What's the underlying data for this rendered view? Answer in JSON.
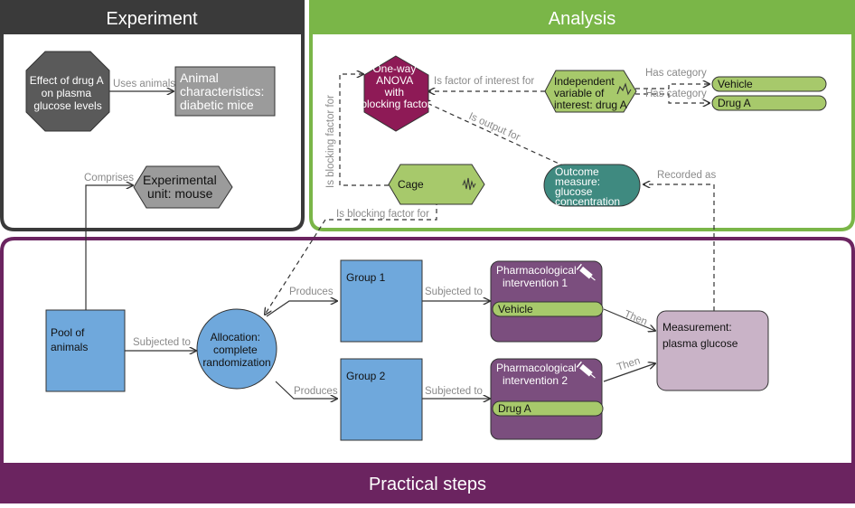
{
  "panels": {
    "experiment": "Experiment",
    "analysis": "Analysis",
    "practical": "Practical steps"
  },
  "nodes": {
    "effect": [
      "Effect of drug A",
      "on plasma",
      "glucose levels"
    ],
    "animal_chars": [
      "Animal",
      "characteristics:",
      "diabetic mice"
    ],
    "exp_unit": [
      "Experimental",
      "unit: mouse"
    ],
    "anova": [
      "One-way",
      "ANOVA",
      "with",
      "blocking factor"
    ],
    "independent": [
      "Independent",
      "variable of",
      "interest: drug A"
    ],
    "vehicle_cat": "Vehicle",
    "druga_cat": "Drug A",
    "cage": "Cage",
    "outcome": [
      "Outcome",
      "measure:",
      "glucose",
      "concentration"
    ],
    "pool": [
      "Pool of",
      "animals"
    ],
    "allocation": [
      "Allocation:",
      "complete",
      "randomization"
    ],
    "group1": "Group 1",
    "group2": "Group 2",
    "pharm1": [
      "Pharmacological",
      "intervention 1"
    ],
    "pharm1_bar": "Vehicle",
    "pharm2": [
      "Pharmacological",
      "intervention 2"
    ],
    "pharm2_bar": "Drug A",
    "measurement": [
      "Measurement:",
      "plasma glucose"
    ]
  },
  "edges": {
    "uses_animals": "Uses animals",
    "comprises": "Comprises",
    "is_factor_of_interest_for": "Is factor of interest for",
    "has_category_1": "Has category",
    "has_category_2": "Has category",
    "is_output_for": "Is output for",
    "is_blocking_factor_for_v": "Is blocking factor for",
    "is_blocking_factor_for_h": "Is blocking factor for",
    "recorded_as": "Recorded as",
    "subjected_to_1": "Subjected to",
    "produces_1": "Produces",
    "produces_2": "Produces",
    "subjected_to_2": "Subjected to",
    "subjected_to_3": "Subjected to",
    "then_1": "Then",
    "then_2": "Then"
  },
  "colors": {
    "experiment_header": "#3a3a3a",
    "analysis_border": "#7ab648",
    "practical_border": "#6b2460",
    "maroon": "#8e1a56",
    "green_fill": "#a7c96b",
    "teal": "#3f8a80",
    "blue": "#6fa8dc",
    "purple": "#7b4e7e",
    "mauve": "#c9b3c7",
    "grey": "#9b9b9b",
    "dark_grey": "#5a5a5a"
  }
}
